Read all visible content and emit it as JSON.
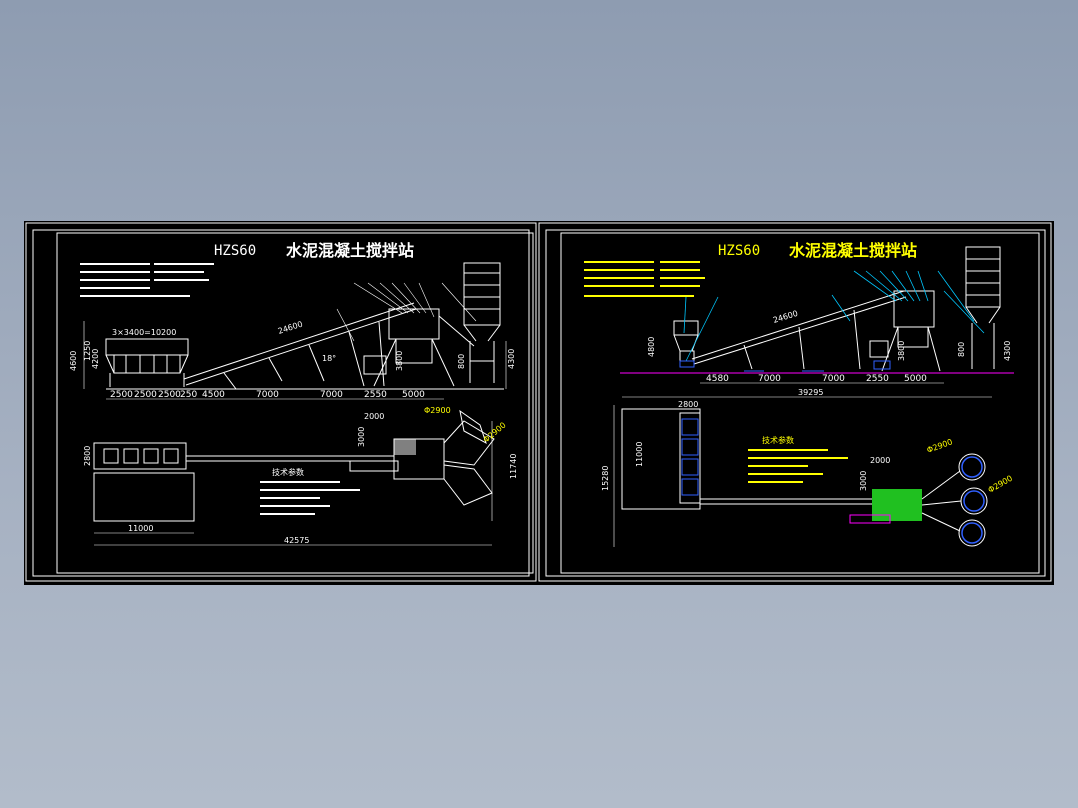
{
  "colors": {
    "background": "#9aa6b8",
    "canvas": "#000000",
    "line_white": "#ffffff",
    "line_cyan": "#00c8ff",
    "text_yellow": "#ffff00",
    "line_magenta": "#ff00ff",
    "line_blue": "#3060ff",
    "fill_green": "#20c020"
  },
  "left_sheet": {
    "model": "HZS60",
    "title": "水泥混凝土搅拌站",
    "dims_top": [
      "2500",
      "2500",
      "2500",
      "250",
      "4500",
      "7000",
      "7000",
      "2550",
      "5000"
    ],
    "dim_hopper": "3×3400=10200",
    "dim_belt": "24600",
    "dim_angle": "18°",
    "dims_height": [
      "4600",
      "4200",
      "1250",
      "3800",
      "800",
      "4300"
    ],
    "dims_plan": [
      "2000",
      "3000",
      "2800",
      "11740",
      "11000",
      "42575"
    ],
    "dia_labels": [
      "Φ2900",
      "Φ2900"
    ],
    "tech_title": "技术参数"
  },
  "right_sheet": {
    "model": "HZS60",
    "title": "水泥混凝土搅拌站",
    "dims_top": [
      "4580",
      "7000",
      "7000",
      "2550",
      "5000"
    ],
    "dim_belt": "24600",
    "dims_height": [
      "4800",
      "3800",
      "800",
      "4300"
    ],
    "dims_plan": [
      "39295",
      "2800",
      "11000",
      "15280",
      "2000",
      "3000"
    ],
    "dia_labels": [
      "Φ2900",
      "Φ2900"
    ],
    "tech_title": "技术参数"
  }
}
